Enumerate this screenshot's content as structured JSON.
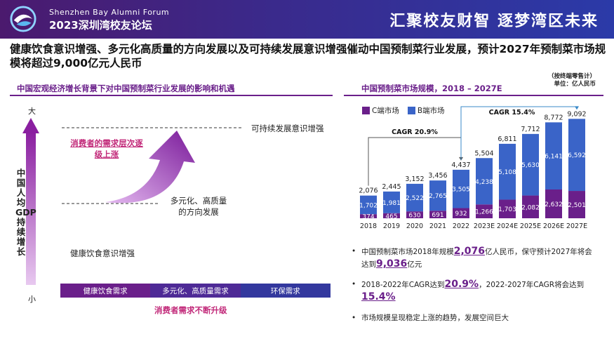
{
  "header": {
    "forum_en": "Shenzhen  Bay Alumni Forum",
    "forum_cn": "2023深圳湾校友论坛",
    "slogan": "汇聚校友财智  逐梦湾区未来"
  },
  "headline": "健康饮食意识增强、多元化高质量的方向发展以及可持续发展意识增强催动中国预制菜行业发展，预计2027年预制菜市场规模将超过9,000亿元人民币",
  "left": {
    "title": "中国宏观经济增长背景下对中国预制菜行业发展的影响和机遇",
    "axis_top": "大",
    "axis_bottom": "小",
    "axis_label": "中国人均GDP持续增长",
    "sustainable": "可持续发展意识增强",
    "consumer_demand": "消费者的需求层次逐级上涨",
    "diversified": "多元化、高质量的方向发展",
    "health": "健康饮食意识增强",
    "strip": [
      "健康饮食需求",
      "多元化、高质量需求",
      "环保需求"
    ],
    "upgrade": "消费者需求不断升级"
  },
  "right": {
    "title": "中国预制菜市场规模，2018 – 2027E",
    "note_1": "（按终端零售计）",
    "note_2": "单位：亿人民币",
    "cagr_1": "CAGR 20.9%",
    "cagr_2": "CAGR 15.4%",
    "bullets": {
      "b1_pre": "中国预制菜市场2018年规模",
      "b1_v1": "2,076",
      "b1_mid": "亿人民币，保守预计2027年将会达到",
      "b1_v2": "9,036",
      "b1_post": "亿元",
      "b2_pre": "2018-2022年CAGR达到",
      "b2_v1": "20.9%",
      "b2_mid": "，2022-2027年CAGR将会达到",
      "b2_v2": "15.4%",
      "b3": "市场规模呈现稳定上涨的趋势，发展空间巨大"
    }
  },
  "colors": {
    "c_end": "#6a1f8a",
    "b_end": "#3a64c8",
    "accent": "#c22a7a"
  },
  "chart_data": {
    "type": "bar",
    "stacked": true,
    "categories": [
      "2018",
      "2019",
      "2020",
      "2021",
      "2022",
      "2023E",
      "2024E",
      "2025E",
      "2026E",
      "2027E"
    ],
    "series": [
      {
        "name": "C端市场",
        "values": [
          374,
          465,
          630,
          691,
          932,
          1266,
          1703,
          2082,
          2632,
          2501
        ]
      },
      {
        "name": "B端市场",
        "values": [
          1702,
          1981,
          2522,
          2765,
          3505,
          4238,
          5108,
          5630,
          6141,
          6592
        ]
      }
    ],
    "totals": [
      "2,076",
      "2,445",
      "3,152",
      "3,456",
      "4,437",
      "5,504",
      "6,811",
      "7,712",
      "8,772",
      "9,092"
    ],
    "labels_c": [
      "374",
      "465",
      "630",
      "691",
      "932",
      "1,266",
      "1,703",
      "2,082",
      "2,632",
      "2,501"
    ],
    "labels_b": [
      "1,702",
      "1,981",
      "2,522",
      "2,765",
      "3,505",
      "4,238",
      "5,108",
      "5,630",
      "6,141",
      "6,592"
    ],
    "ylim": [
      0,
      9500
    ]
  }
}
